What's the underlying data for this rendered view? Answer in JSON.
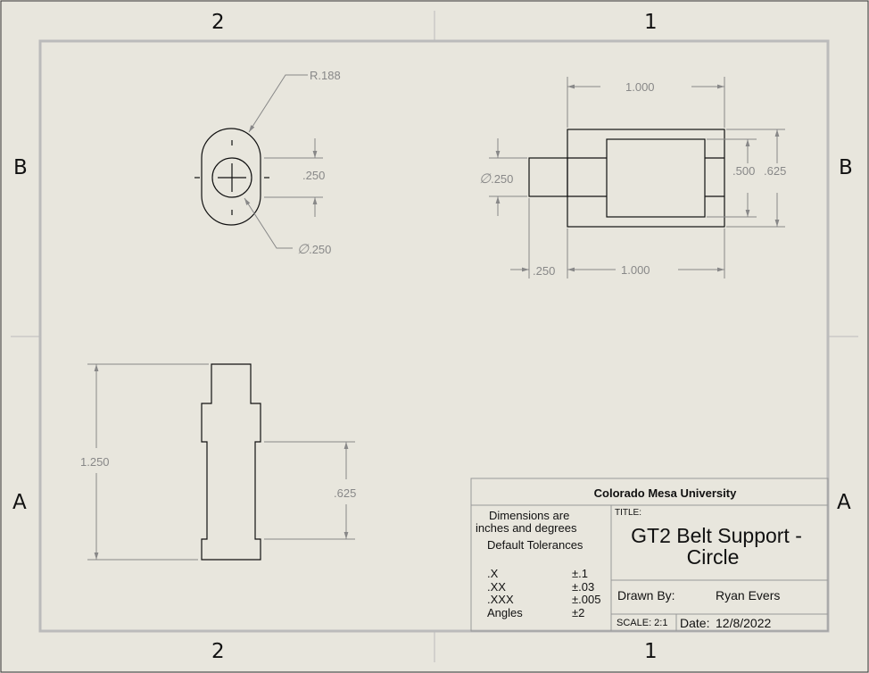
{
  "zones": {
    "col_left": "2",
    "col_right": "1",
    "row_top": "B",
    "row_bottom": "A"
  },
  "dimensions": {
    "radius": "R.188",
    "hole_dia": ".250",
    "slot_height": ".250",
    "front_width_top": "1.000",
    "front_width_bottom": "1.000",
    "front_left": ".250",
    "front_shaft_dia": ".250",
    "front_inner_h": ".500",
    "front_outer_h": ".625",
    "side_total_h": "1.250",
    "side_lower_h": ".625"
  },
  "title_block": {
    "company": "Colorado Mesa University",
    "dims_note_1": "Dimensions are",
    "dims_note_2": "inches and degrees",
    "tol_heading": "Default Tolerances",
    "tolerances": [
      {
        "label": ".X",
        "value": "±.1"
      },
      {
        "label": ".XX",
        "value": "±.03"
      },
      {
        "label": ".XXX",
        "value": "±.005"
      },
      {
        "label": "Angles",
        "value": "±2"
      }
    ],
    "title_label": "TITLE:",
    "title_line1": "GT2 Belt Support -",
    "title_line2": "Circle",
    "drawn_by_label": "Drawn By:",
    "drawn_by": "Ryan Evers",
    "scale": "SCALE: 2:1",
    "date_label": "Date:",
    "date": "12/8/2022"
  },
  "colors": {
    "paper": "#e8e6dd",
    "line": "#111111",
    "dim": "#888888"
  }
}
